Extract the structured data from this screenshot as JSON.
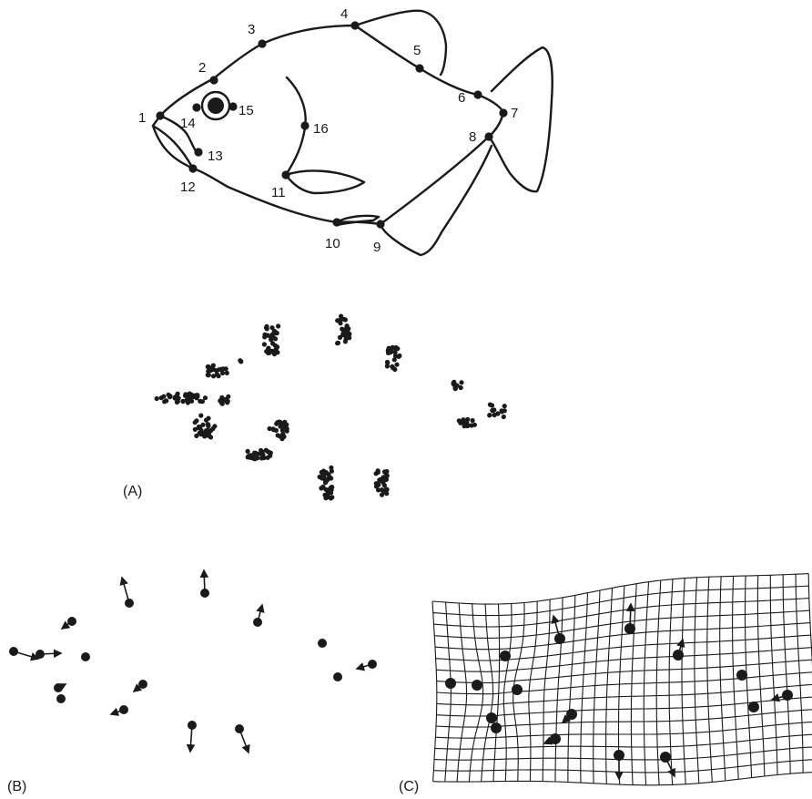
{
  "colors": {
    "ink": "#1a1a1a",
    "background": "#ffffff"
  },
  "landmarks": [
    {
      "id": "1",
      "label": "1"
    },
    {
      "id": "2",
      "label": "2"
    },
    {
      "id": "3",
      "label": "3"
    },
    {
      "id": "4",
      "label": "4"
    },
    {
      "id": "5",
      "label": "5"
    },
    {
      "id": "6",
      "label": "6"
    },
    {
      "id": "7",
      "label": "7"
    },
    {
      "id": "8",
      "label": "8"
    },
    {
      "id": "9",
      "label": "9"
    },
    {
      "id": "10",
      "label": "10"
    },
    {
      "id": "11",
      "label": "11"
    },
    {
      "id": "12",
      "label": "12"
    },
    {
      "id": "13",
      "label": "13"
    },
    {
      "id": "14",
      "label": "14"
    },
    {
      "id": "15",
      "label": "15"
    },
    {
      "id": "16",
      "label": "16"
    }
  ],
  "panels": {
    "a": {
      "label": "(A)"
    },
    "b": {
      "label": "(B)"
    },
    "c": {
      "label": "(C)"
    }
  }
}
